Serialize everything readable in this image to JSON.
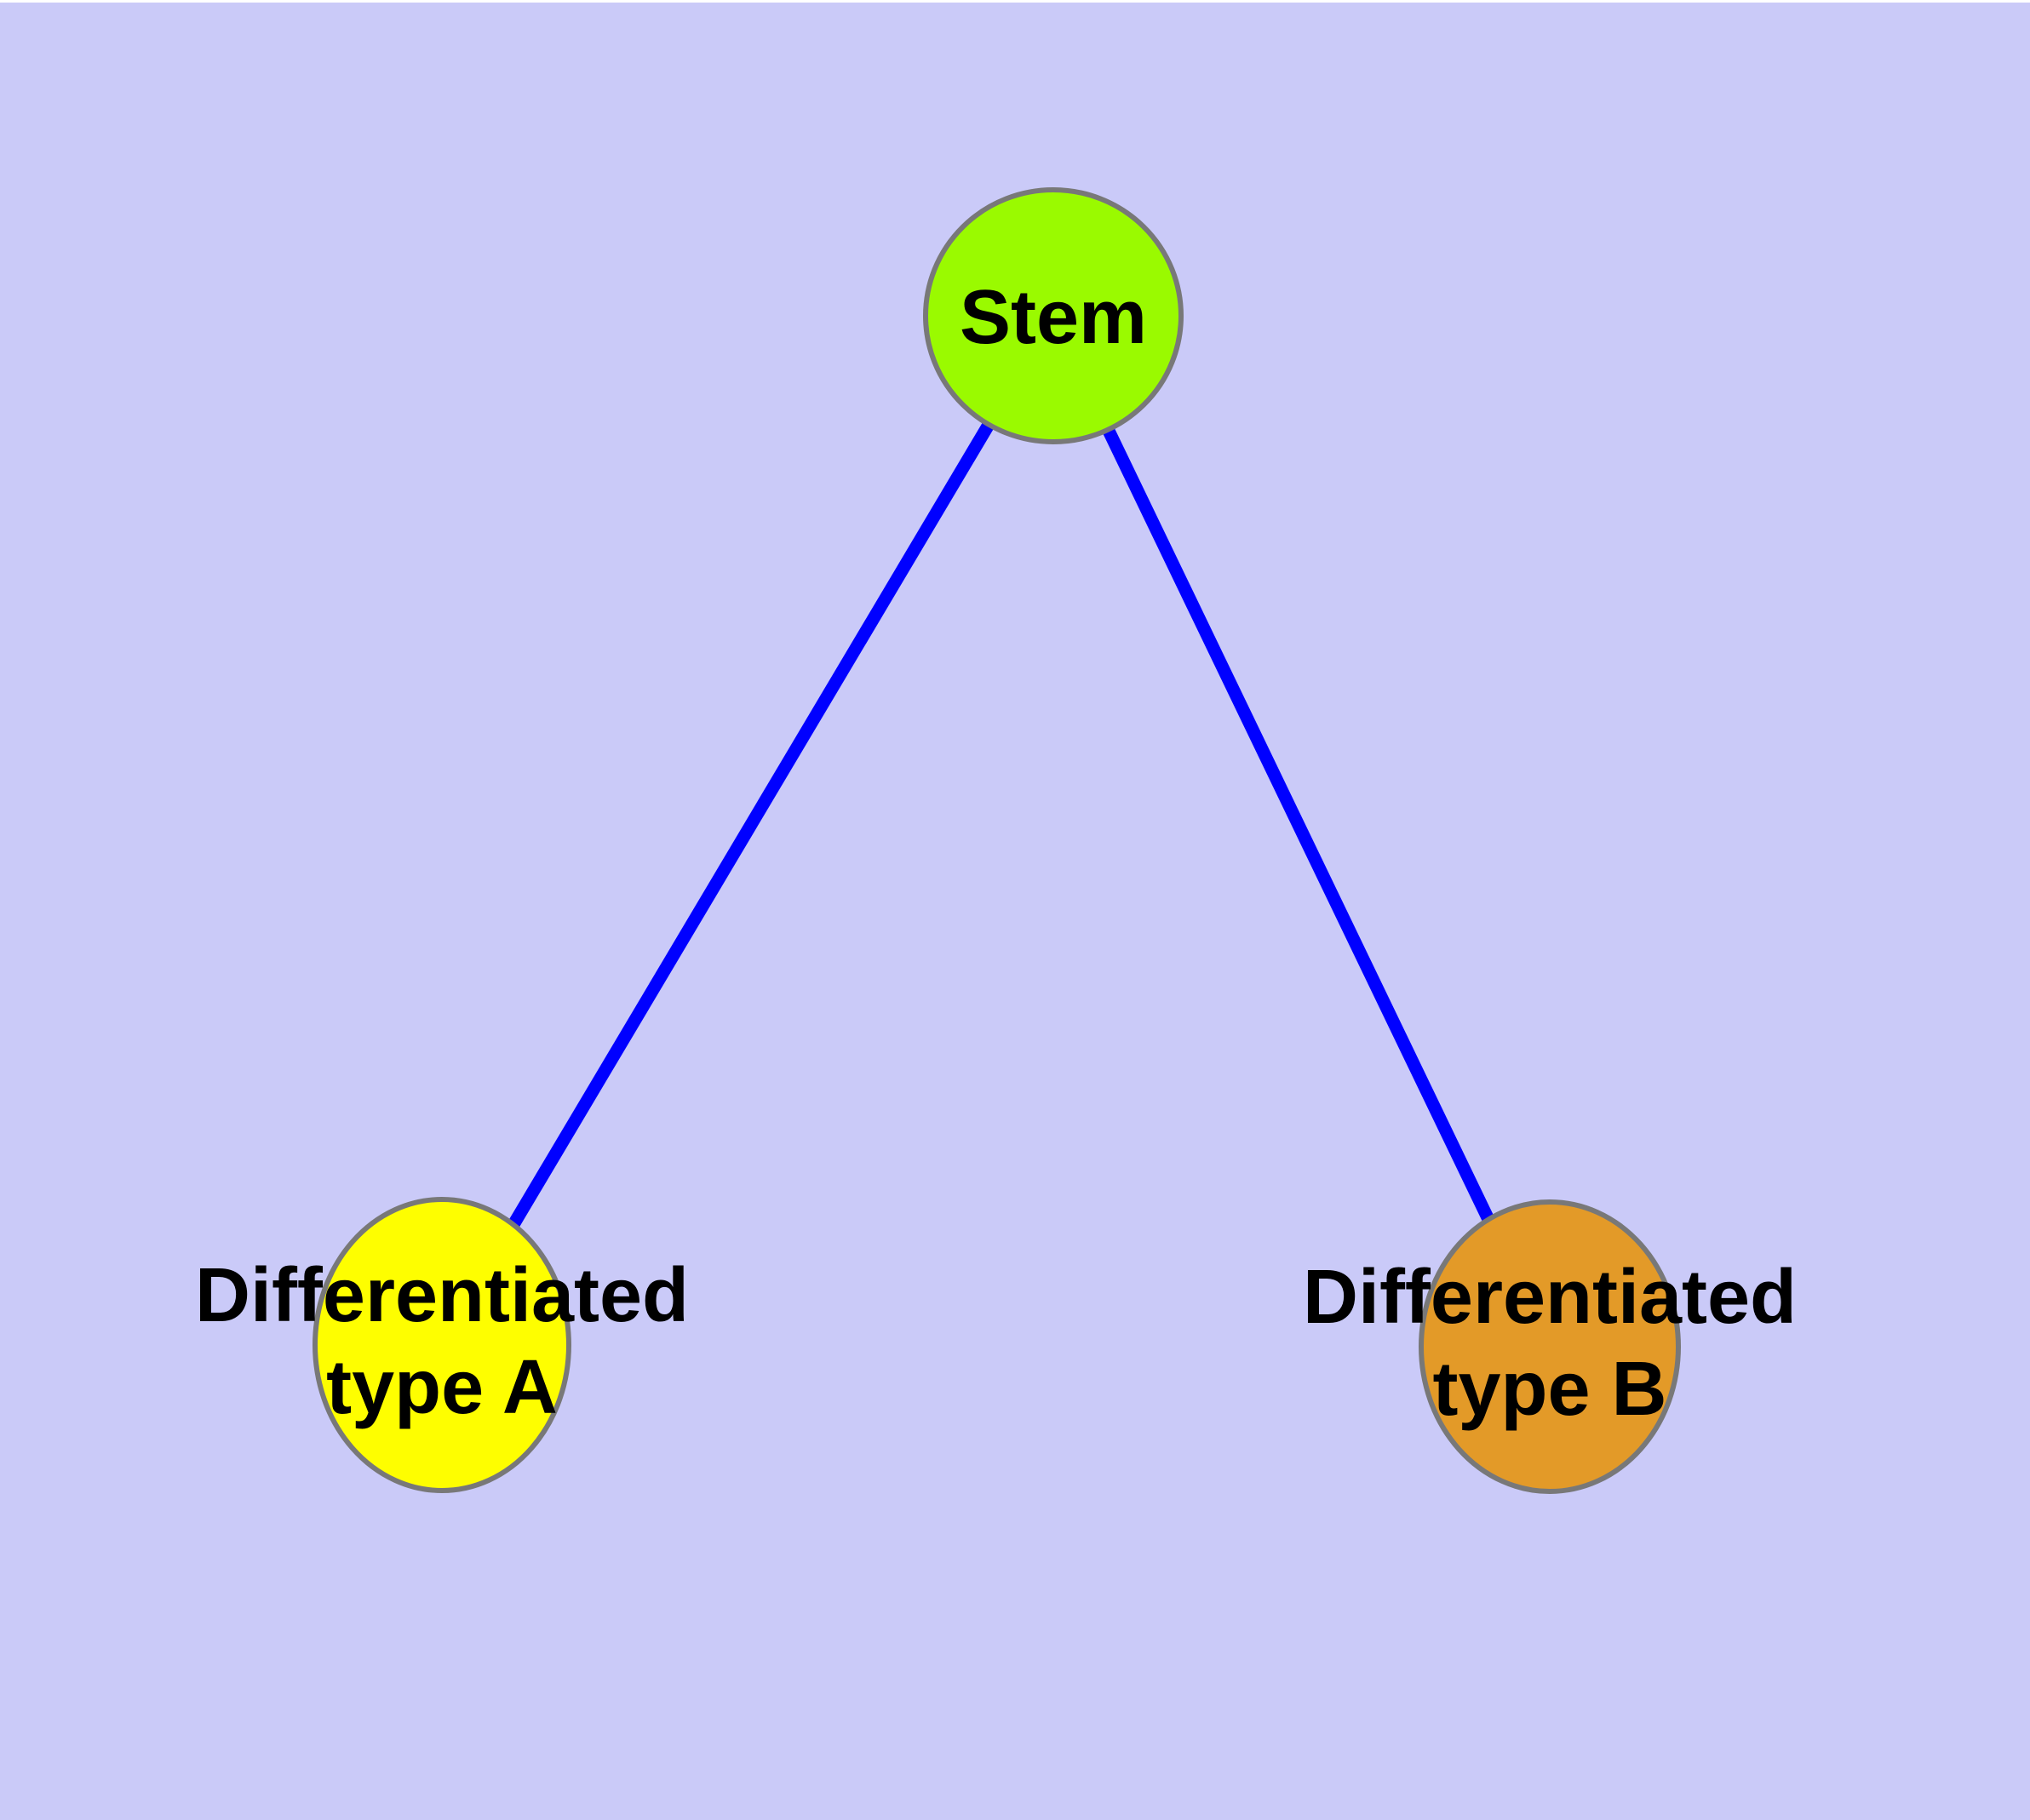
{
  "diagram": {
    "background_color": "#CACAF8",
    "top_edge_color": "#FFFFFF",
    "edge_color": "#0000FF",
    "node_border_color": "#787878",
    "label_color": "#000000",
    "nodes": {
      "stem": {
        "label": "Stem",
        "fill": "#9AFA00"
      },
      "type_a": {
        "label_line1": "Differentiated",
        "label_line2": "type A",
        "fill": "#FEFE00"
      },
      "type_b": {
        "label_line1": "Differentiated",
        "label_line2": "type B",
        "fill": "#E39A28"
      }
    },
    "edges": [
      {
        "from": "Stem",
        "to": "Differentiated type A"
      },
      {
        "from": "Stem",
        "to": "Differentiated type B"
      }
    ]
  }
}
